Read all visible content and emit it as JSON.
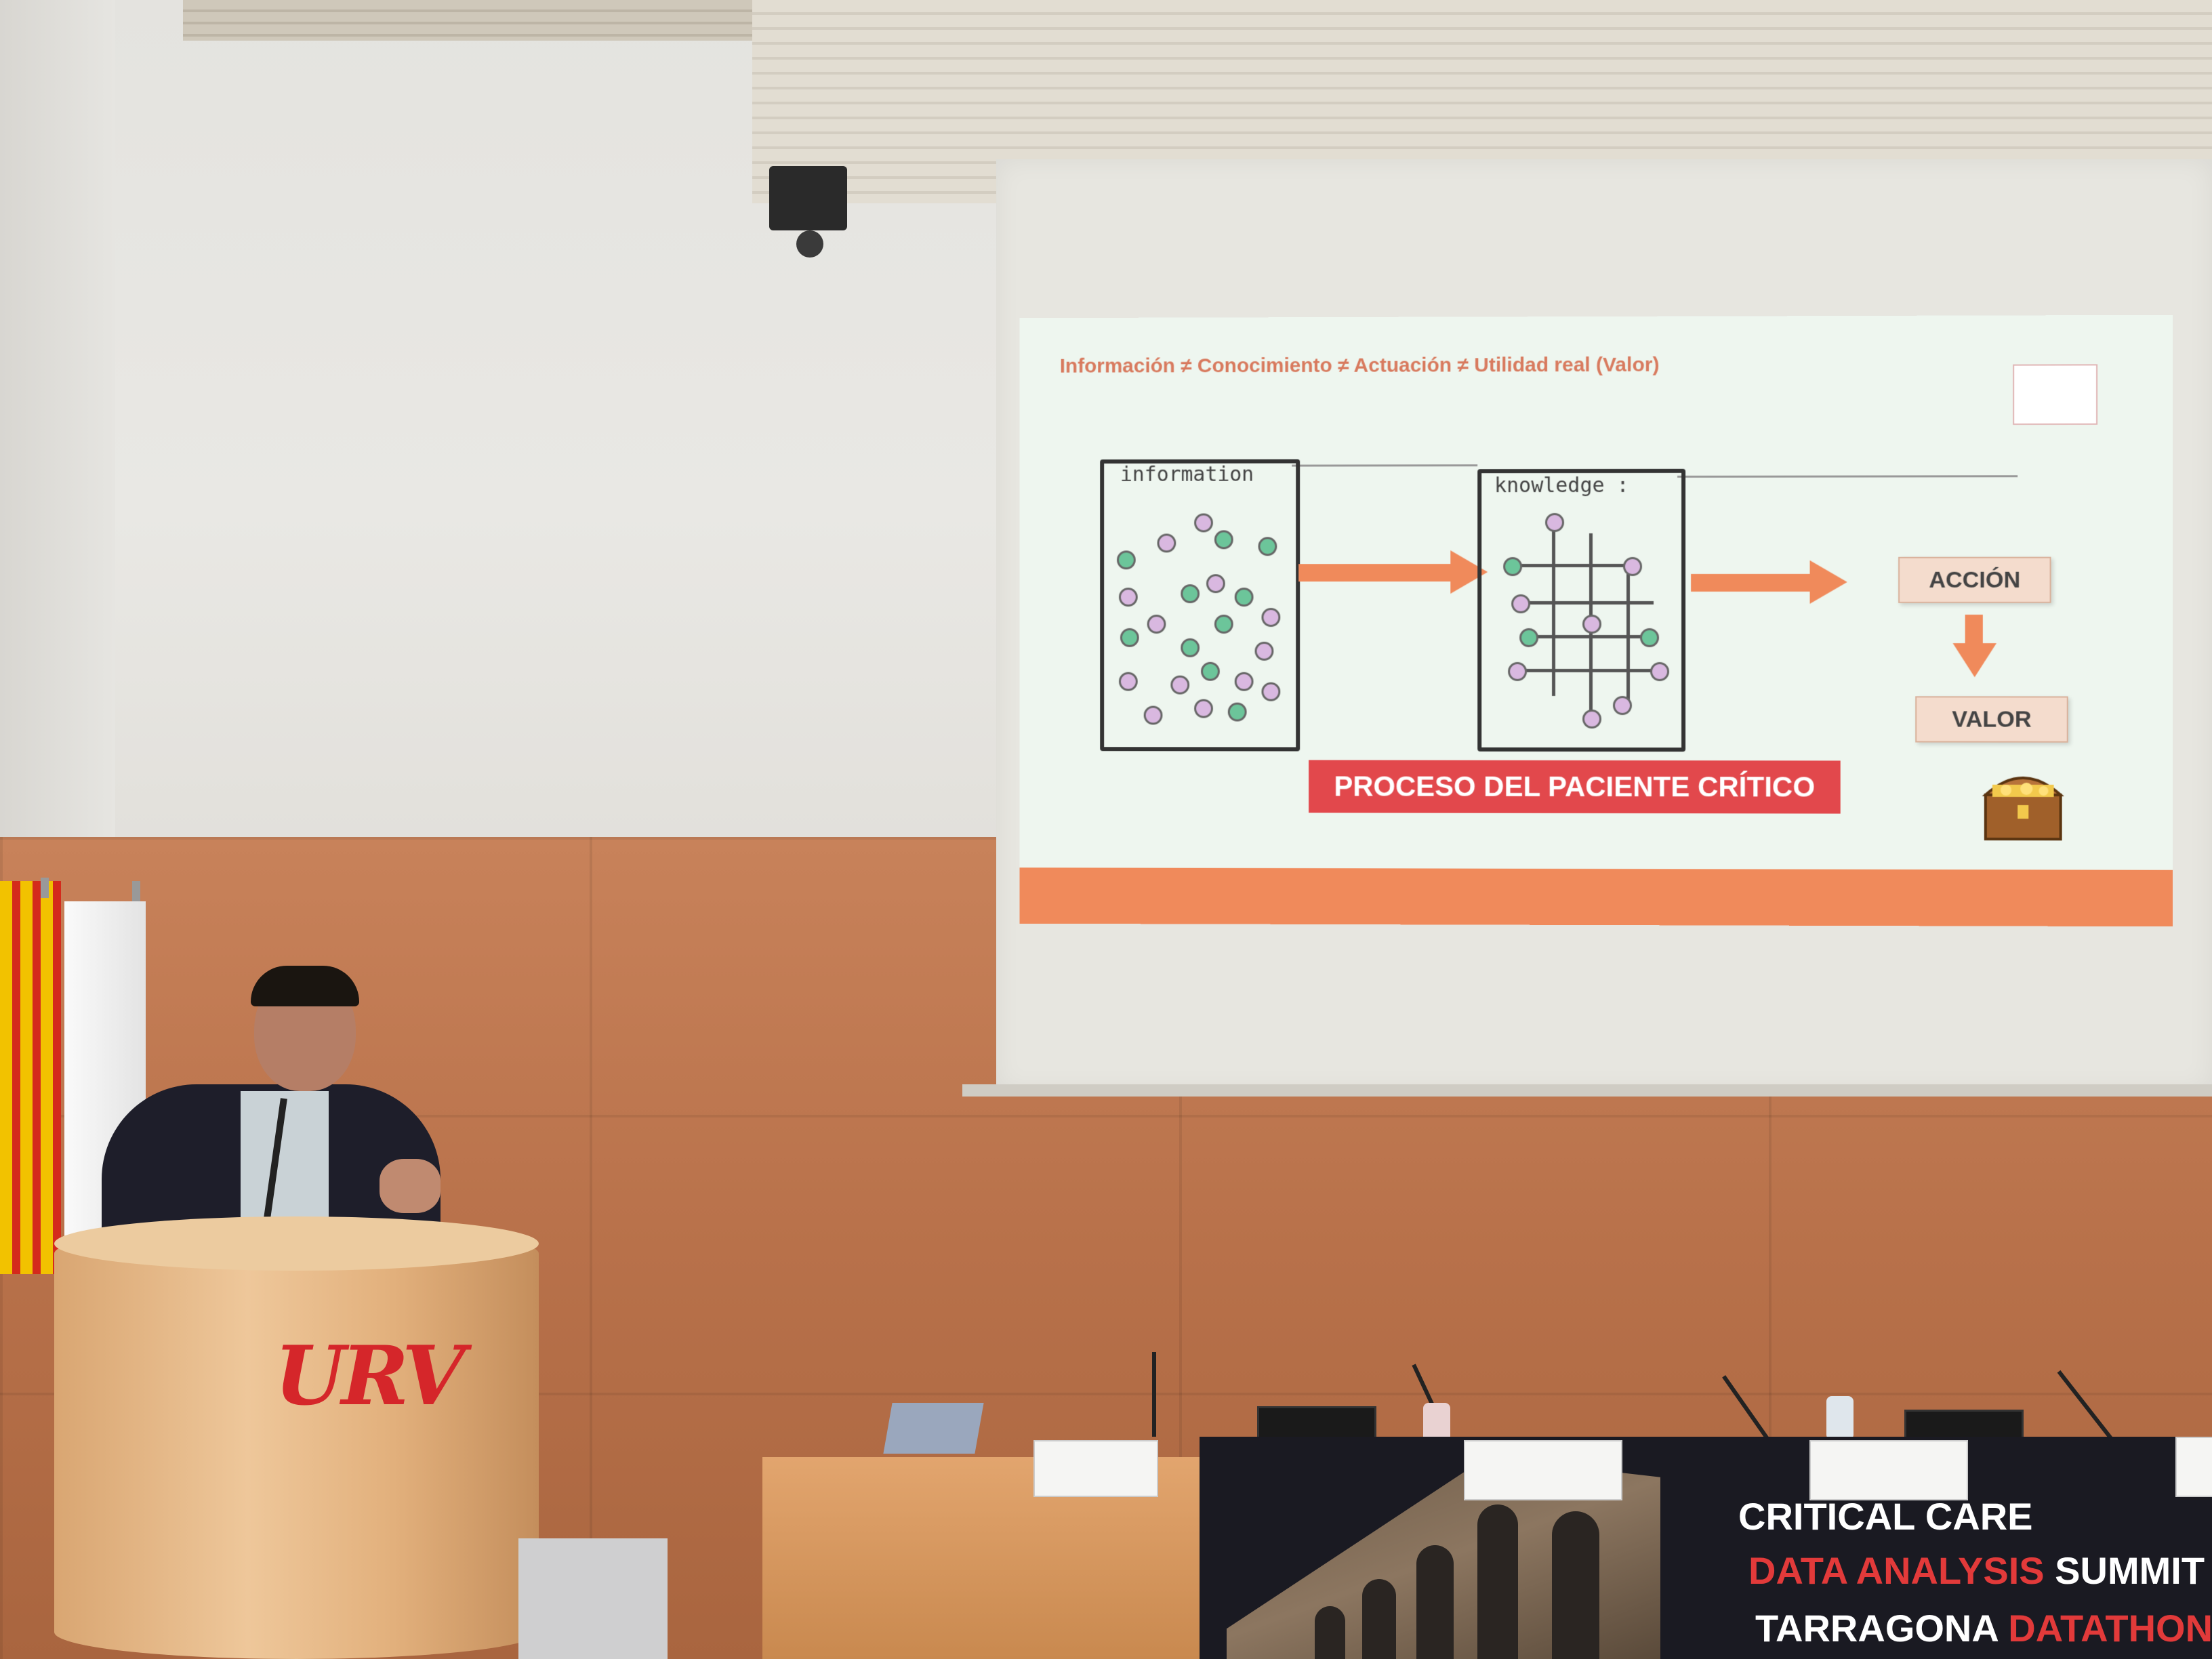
{
  "slide": {
    "title": "Información ≠ Conocimiento ≠ Actuación ≠ Utilidad real (Valor)",
    "logo_text": "",
    "information_label": "information",
    "knowledge_label": "knowledge :",
    "accion_label": "ACCIÓN",
    "valor_label": "VALOR",
    "proceso_label": "PROCESO DEL PACIENTE CRÍTICO"
  },
  "banner": {
    "line1": "CRITICAL CARE",
    "line2_red": "DATA ANALYSIS",
    "line2_white": " SUMMIT",
    "line3_white": "TARRAGONA ",
    "line3_red": "DATATHON"
  },
  "podium": {
    "logo_text": "URV"
  },
  "colors": {
    "slide_accent": "#f08a5b",
    "slide_title": "#d87a5e",
    "proceso_bg": "#e2484c",
    "banner_bg": "#1a1a22",
    "banner_red": "#e23a3a",
    "podium_logo": "#d5262a",
    "wood_panel": "#b8714a"
  }
}
